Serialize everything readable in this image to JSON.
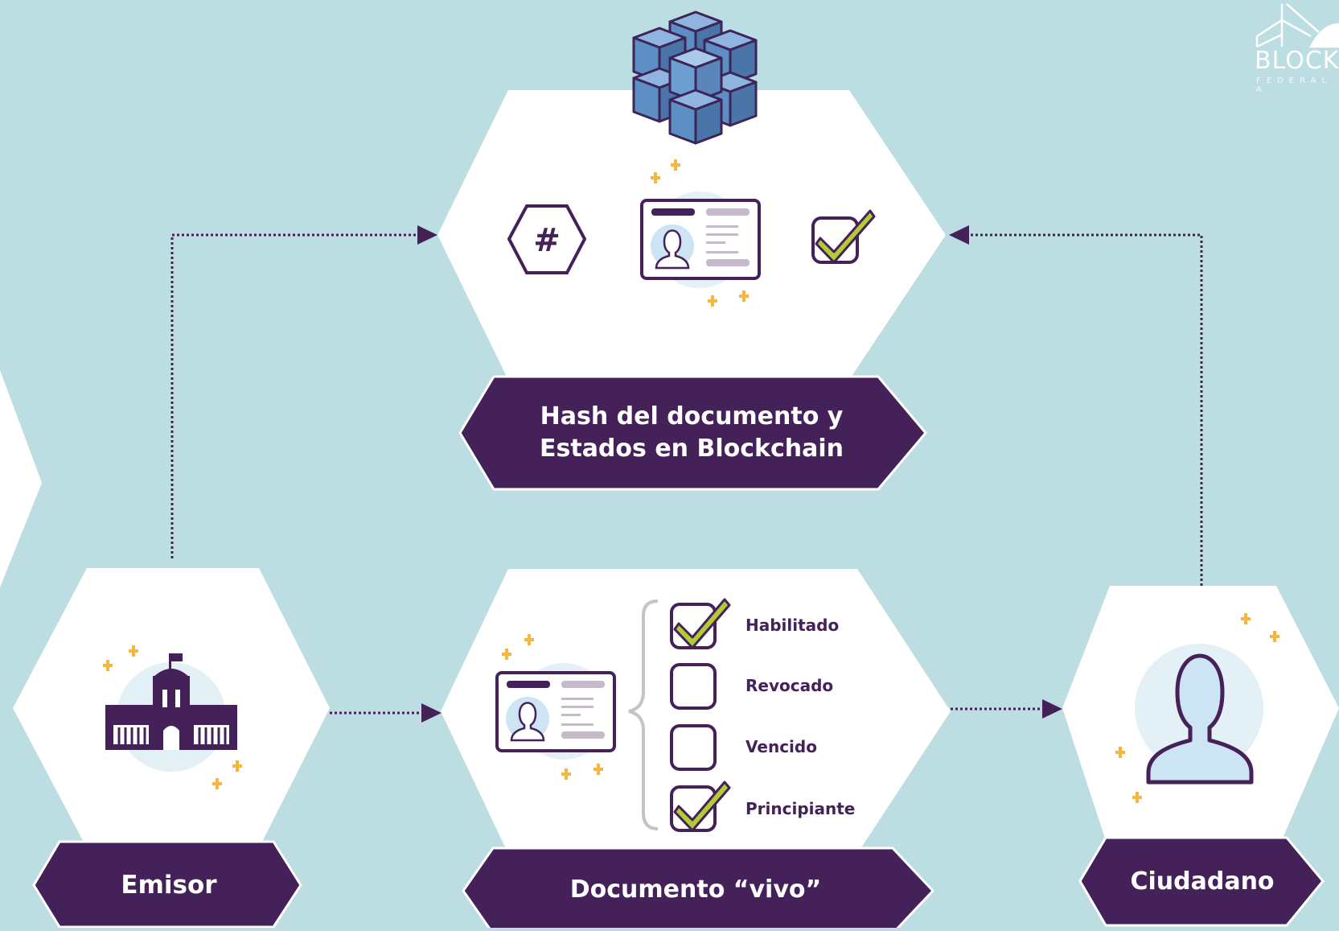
{
  "logo": {
    "name": "BLOCKCHAIN",
    "subtitle": "FEDERAL ARGENTINA",
    "visible_name": "BLOCK",
    "visible_subtitle": "FEDERAL A"
  },
  "nodes": {
    "blockchain": {
      "label_line1": "Hash del documento y",
      "label_line2": "Estados en Blockchain",
      "hash_symbol": "#"
    },
    "emisor": {
      "label": "Emisor"
    },
    "documento": {
      "label": "Documento “vivo”"
    },
    "ciudadano": {
      "label": "Ciudadano"
    }
  },
  "statuses": [
    {
      "label": "Habilitado",
      "checked": true
    },
    {
      "label": "Revocado",
      "checked": false
    },
    {
      "label": "Vencido",
      "checked": false
    },
    {
      "label": "Principiante",
      "checked": true
    }
  ],
  "colors": {
    "background": "#bcdde2",
    "purple": "#45215a",
    "white": "#ffffff",
    "accent_green": "#b4cc34",
    "sparkle": "#f3b63f",
    "cube_blue": "#5e8fc4",
    "icon_bg": "#e3f1f7",
    "gray": "#c4bacc"
  }
}
